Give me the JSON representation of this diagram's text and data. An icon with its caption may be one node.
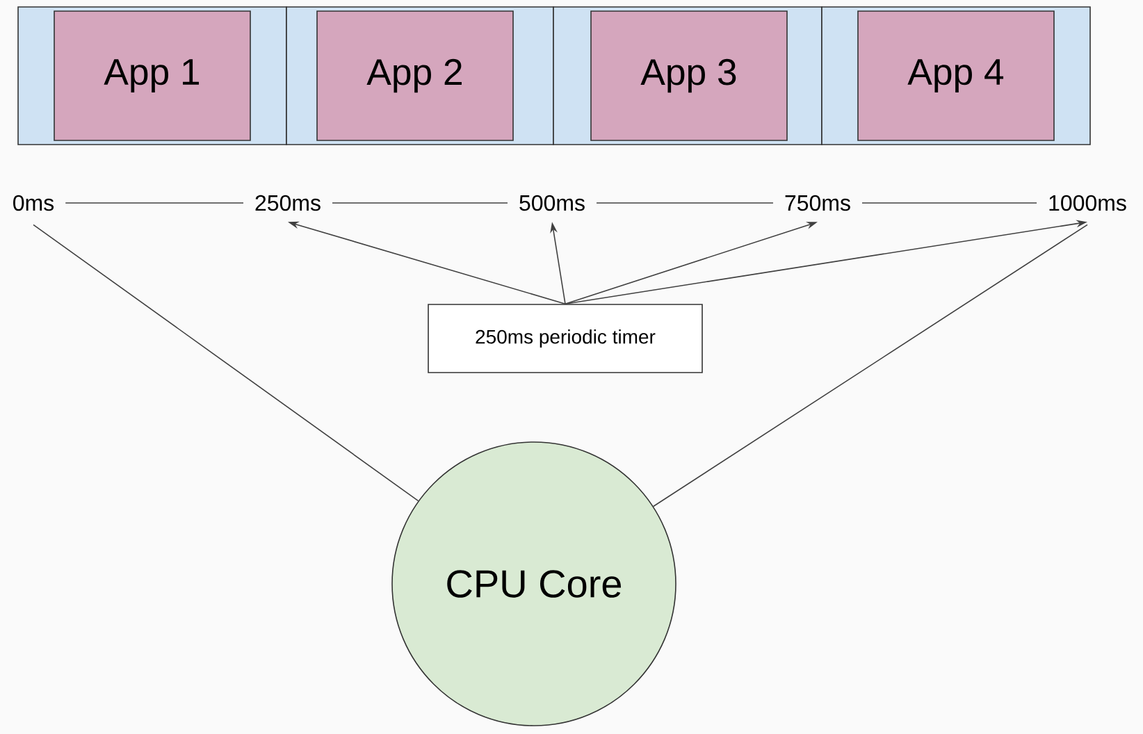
{
  "diagram": {
    "nodes": [
      {
        "text": [],
        "shape": "box"
      },
      {
        "text": [
          "App 1"
        ],
        "in": 0
      },
      {
        "text": [],
        "shape": "box"
      },
      {
        "text": [
          "App 2"
        ],
        "in": 2
      },
      {
        "text": [],
        "shape": "box"
      },
      {
        "text": [
          "App 3"
        ],
        "in": 4
      },
      {
        "text": [],
        "shape": "box"
      },
      {
        "text": [
          "App 4"
        ],
        "in": 6
      },
      {
        "text": [
          "0ms"
        ]
      },
      {
        "text": [
          "250ms"
        ]
      },
      {
        "text": [
          "500ms"
        ]
      },
      {
        "text": [
          "750ms"
        ]
      },
      {
        "text": [
          "1000ms"
        ]
      },
      {
        "text": [
          "250ms periodic timer"
        ]
      },
      {
        "text": [
          "CPU Core"
        ]
      }
    ],
    "edges": [
      {
        "from": 8,
        "to": 9,
        "arrow": "none"
      },
      {
        "from": 9,
        "to": 10,
        "arrow": "none"
      },
      {
        "from": 10,
        "to": 11,
        "arrow": "none"
      },
      {
        "from": 11,
        "to": 12,
        "arrow": "none"
      },
      {
        "from": 13,
        "to": 9,
        "arrow": "to"
      },
      {
        "from": 13,
        "to": 10,
        "arrow": "to"
      },
      {
        "from": 13,
        "to": 11,
        "arrow": "to"
      },
      {
        "from": 13,
        "to": 12,
        "arrow": "to"
      },
      {
        "from": 14,
        "to": 8,
        "arrow": "none"
      },
      {
        "from": 14,
        "to": 12,
        "arrow": "none"
      }
    ]
  }
}
